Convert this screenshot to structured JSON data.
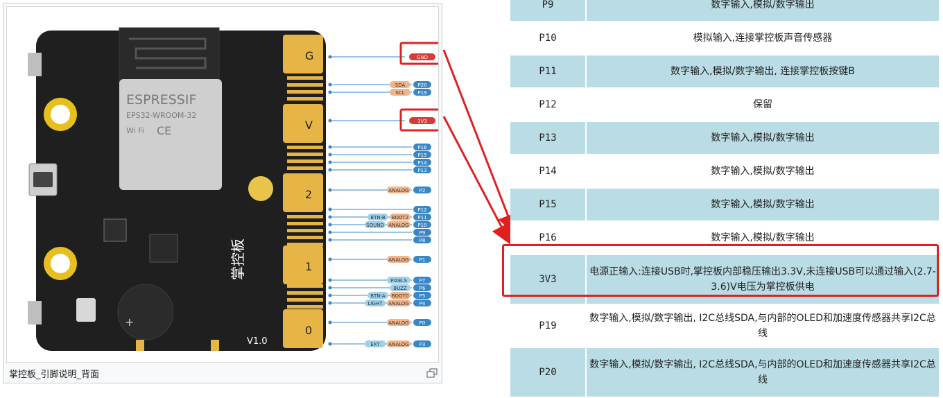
{
  "caption": "掌控板_引脚说明_背面",
  "board": {
    "module_brand": "ESPRESSIF",
    "module_model": "EPS32-WROOM-32",
    "wifi_mark": "Wi Fi",
    "ce_mark": "CE",
    "board_name": "掌控板",
    "version": "V1.0",
    "pad_labels": [
      "G",
      "V",
      "2",
      "1",
      "0"
    ]
  },
  "pin_tags": [
    {
      "pin": "GND",
      "highlight": true,
      "extras": []
    },
    {
      "pin": "P20",
      "highlight": false,
      "extras": [
        "SDA"
      ]
    },
    {
      "pin": "P19",
      "highlight": false,
      "extras": [
        "SCL"
      ]
    },
    {
      "pin": "3V3",
      "highlight": true,
      "extras": []
    },
    {
      "pin": "P16",
      "highlight": false,
      "extras": []
    },
    {
      "pin": "P15",
      "highlight": false,
      "extras": []
    },
    {
      "pin": "P14",
      "highlight": false,
      "extras": []
    },
    {
      "pin": "P13",
      "highlight": false,
      "extras": []
    },
    {
      "pin": "P2",
      "highlight": false,
      "extras": [
        "ANALOG"
      ]
    },
    {
      "pin": "P12",
      "highlight": false,
      "extras": []
    },
    {
      "pin": "P11",
      "highlight": false,
      "extras": [
        "BTN-B",
        "BOOT2"
      ]
    },
    {
      "pin": "P10",
      "highlight": false,
      "extras": [
        "SOUND",
        "ANALOG"
      ]
    },
    {
      "pin": "P9",
      "highlight": false,
      "extras": []
    },
    {
      "pin": "P8",
      "highlight": false,
      "extras": []
    },
    {
      "pin": "P1",
      "highlight": false,
      "extras": [
        "ANALOG"
      ]
    },
    {
      "pin": "P7",
      "highlight": false,
      "extras": [
        "PIXELS"
      ]
    },
    {
      "pin": "P6",
      "highlight": false,
      "extras": [
        "BUZZ"
      ]
    },
    {
      "pin": "P5",
      "highlight": false,
      "extras": [
        "BTN-A",
        "BOOT0"
      ]
    },
    {
      "pin": "P4",
      "highlight": false,
      "extras": [
        "LIGHT",
        "ANALOG"
      ]
    },
    {
      "pin": "P0",
      "highlight": false,
      "extras": [
        "ANALOG"
      ]
    },
    {
      "pin": "P3",
      "highlight": false,
      "extras": [
        "EXT",
        "ANALOG"
      ]
    }
  ],
  "colors": {
    "highlight_red": "#e02020",
    "row_blue": "#b9dce5",
    "pin_blue": "#3a87c8",
    "tag_orange": "#f2b48a",
    "tag_lightblue": "#9fd0ea",
    "gold": "#e7b545",
    "board_black": "#1f1f1f"
  },
  "table": {
    "rows": [
      {
        "pin": "P9",
        "desc": "数字输入,模拟/数字输出",
        "style": "blue",
        "height": 46
      },
      {
        "pin": "P10",
        "desc": "模拟输入,连接掌控板声音传感器",
        "style": "white",
        "height": 46
      },
      {
        "pin": "P11",
        "desc": "数字输入,模拟/数字输出, 连接掌控板按键B",
        "style": "blue",
        "height": 46
      },
      {
        "pin": "P12",
        "desc": "保留",
        "style": "white",
        "height": 46
      },
      {
        "pin": "P13",
        "desc": "数字输入,模拟/数字输出",
        "style": "blue",
        "height": 46
      },
      {
        "pin": "P14",
        "desc": "数字输入,模拟/数字输出",
        "style": "white",
        "height": 46
      },
      {
        "pin": "P15",
        "desc": "数字输入,模拟/数字输出",
        "style": "blue",
        "height": 46
      },
      {
        "pin": "P16",
        "desc": "数字输入,模拟/数字输出",
        "style": "white",
        "height": 46
      },
      {
        "pin": "3V3",
        "desc": "电源正输入:连接USB时,掌控板内部稳压输出3.3V,未连接USB可以通过输入(2.7-3.6)V电压为掌控板供电",
        "style": "blue",
        "height": 70
      },
      {
        "pin": "P19",
        "desc": "数字输入,模拟/数字输出, I2C总线SDA,与内部的OLED和加速度传感器共享I2C总线",
        "style": "white",
        "height": 60
      },
      {
        "pin": "P20",
        "desc": "数字输入,模拟/数字输出, I2C总线SDA,与内部的OLED和加速度传感器共享I2C总线",
        "style": "blue",
        "height": 70
      }
    ]
  }
}
